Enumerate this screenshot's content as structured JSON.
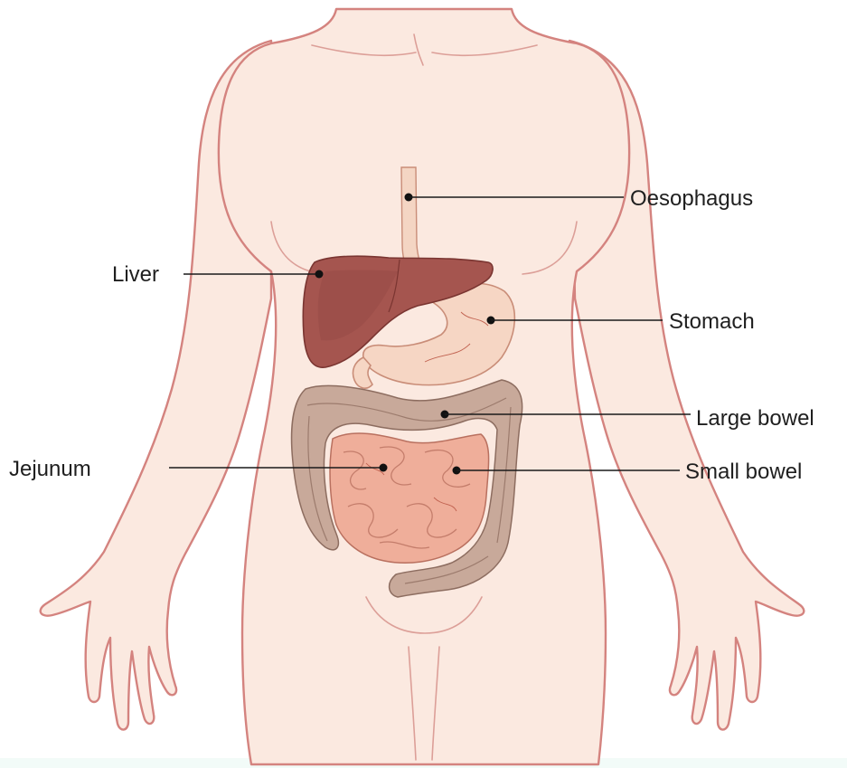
{
  "diagram": {
    "labels": {
      "oesophagus": "Oesophagus",
      "liver": "Liver",
      "stomach": "Stomach",
      "large_bowel": "Large bowel",
      "jejunum": "Jejunum",
      "small_bowel": "Small bowel"
    },
    "colors": {
      "skin_fill": "#fbe9e0",
      "skin_outline": "#d4837f",
      "liver": "#a5554f",
      "stomach": "#f6d6c4",
      "large_bowel": "#c8a99a",
      "small_bowel": "#efae9a",
      "leader_lines": "#1a1a1a"
    }
  }
}
